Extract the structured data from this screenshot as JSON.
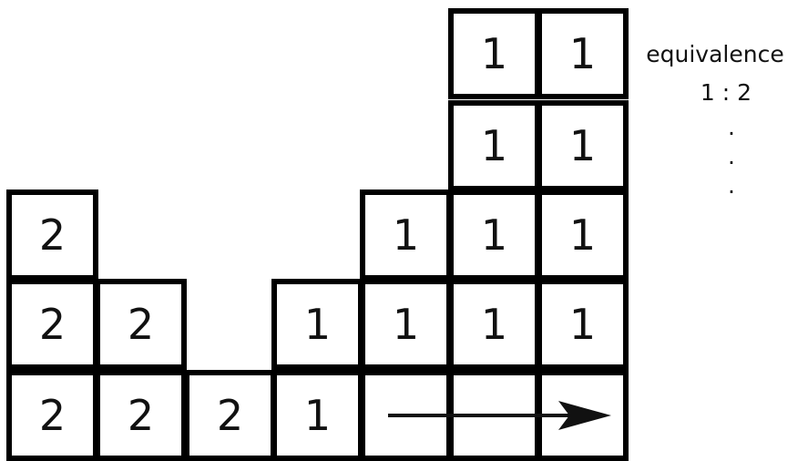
{
  "diagram": {
    "columns": [
      {
        "cells": [
          "2",
          "2",
          "2"
        ]
      },
      {
        "cells": [
          "2",
          "2"
        ]
      },
      {
        "cells": [
          "2"
        ]
      },
      {
        "cells": [
          "1",
          "1"
        ]
      },
      {
        "cells": [
          "",
          "1",
          "1"
        ]
      },
      {
        "cells": [
          "",
          "1",
          "1",
          "1",
          "1"
        ]
      },
      {
        "cells": [
          "",
          "1",
          "1",
          "1",
          "1"
        ]
      }
    ],
    "arrow": {
      "from_column": 4,
      "to_column": 6,
      "row": 0,
      "color": "#111111"
    },
    "cell_border_color": "#000000"
  },
  "annotation": {
    "title": "equivalence",
    "ratio": "1 : 2",
    "dots": [
      ".",
      ".",
      "."
    ]
  }
}
